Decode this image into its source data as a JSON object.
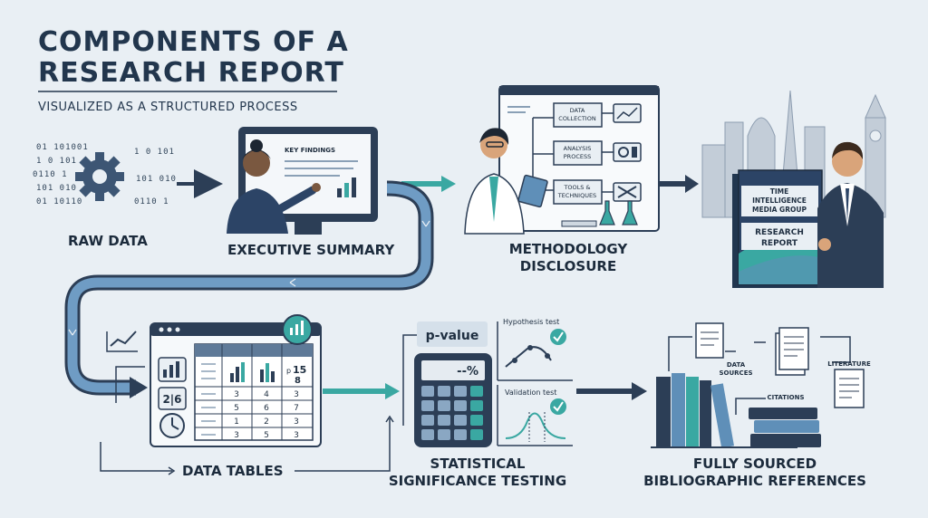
{
  "title": {
    "line1": "COMPONENTS OF A",
    "line2": "RESEARCH REPORT"
  },
  "subtitle": "VISUALIZED AS A STRUCTURED PROCESS",
  "colors": {
    "navy": "#2c3e56",
    "teal": "#3aa8a2",
    "blue_flow": "#5f8fb8",
    "bg": "#e9eff4"
  },
  "steps": {
    "raw_data": {
      "label": "RAW DATA",
      "binary": [
        "01 101001",
        "1 0 101",
        "0110 1",
        "101 010",
        "01 10110"
      ]
    },
    "executive_summary": {
      "label": "EXECUTIVE SUMMARY",
      "screen_title": "KEY FINDINGS"
    },
    "methodology": {
      "label_line1": "METHODOLOGY",
      "label_line2": "DISCLOSURE",
      "box1_l1": "DATA",
      "box1_l2": "COLLECTION",
      "box2_l1": "ANALYSIS",
      "box2_l2": "PROCESS",
      "box3_l1": "TOOLS &",
      "box3_l2": "TECHNIQUES"
    },
    "book": {
      "line1": "TIME",
      "line2": "INTELLIGENCE",
      "line3": "MEDIA GROUP",
      "line4": "RESEARCH",
      "line5": "REPORT"
    },
    "data_tables": {
      "label": "DATA TABLES",
      "side_number": "2|6",
      "corner_value": "15",
      "corner_prefix": "p",
      "corner_value2": "8",
      "rows": [
        [
          "3",
          "4",
          "3"
        ],
        [
          "5",
          "6",
          "7"
        ],
        [
          "1",
          "2",
          "3"
        ],
        [
          "3",
          "5",
          "3"
        ]
      ]
    },
    "statistical": {
      "label_line1": "STATISTICAL",
      "label_line2": "SIGNIFICANCE TESTING",
      "pvalue": "p-value",
      "display": "--%",
      "test1": "Hypothesis test",
      "test2": "Validation test"
    },
    "references": {
      "label_line1": "FULLY SOURCED",
      "label_line2": "BIBLIOGRAPHIC REFERENCES",
      "data_sources_l1": "DATA",
      "data_sources_l2": "SOURCES",
      "literature": "LITERATURE",
      "citations": "CITATIONS"
    }
  }
}
